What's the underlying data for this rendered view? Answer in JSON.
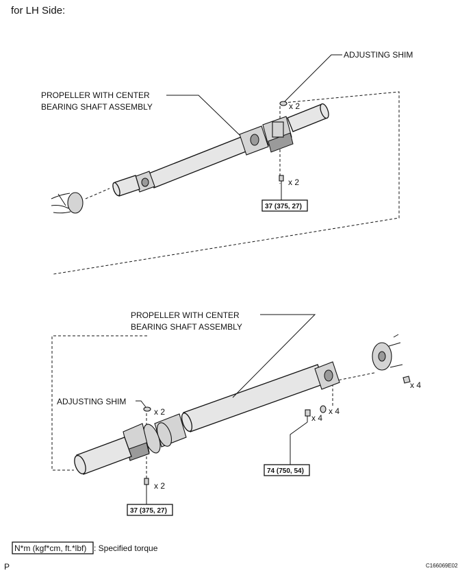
{
  "header": {
    "title": "for LH Side:"
  },
  "upper": {
    "adjusting_shim_label": "ADJUSTING SHIM",
    "shim_qty": "x 2",
    "assembly_label_line1": "PROPELLER WITH CENTER",
    "assembly_label_line2": "BEARING SHAFT ASSEMBLY",
    "bolt_qty": "x 2",
    "bolt_torque": "37 (375, 27)"
  },
  "lower": {
    "assembly_label_line1": "PROPELLER WITH CENTER",
    "assembly_label_line2": "BEARING SHAFT ASSEMBLY",
    "adjusting_shim_label": "ADJUSTING SHIM",
    "shim_qty": "x 2",
    "bolt_qty": "x 2",
    "bolt_torque": "37 (375, 27)",
    "flange_nut_qty": "x 4",
    "washer_qty": "x 4",
    "flange_bolt_qty": "x 4",
    "flange_torque": "74 (750, 54)"
  },
  "legend": {
    "unit_box": "N*m (kgf*cm, ft.*lbf)",
    "description": ": Specified torque"
  },
  "footer": {
    "page_marker": "P",
    "figure_code": "C166069E02"
  }
}
